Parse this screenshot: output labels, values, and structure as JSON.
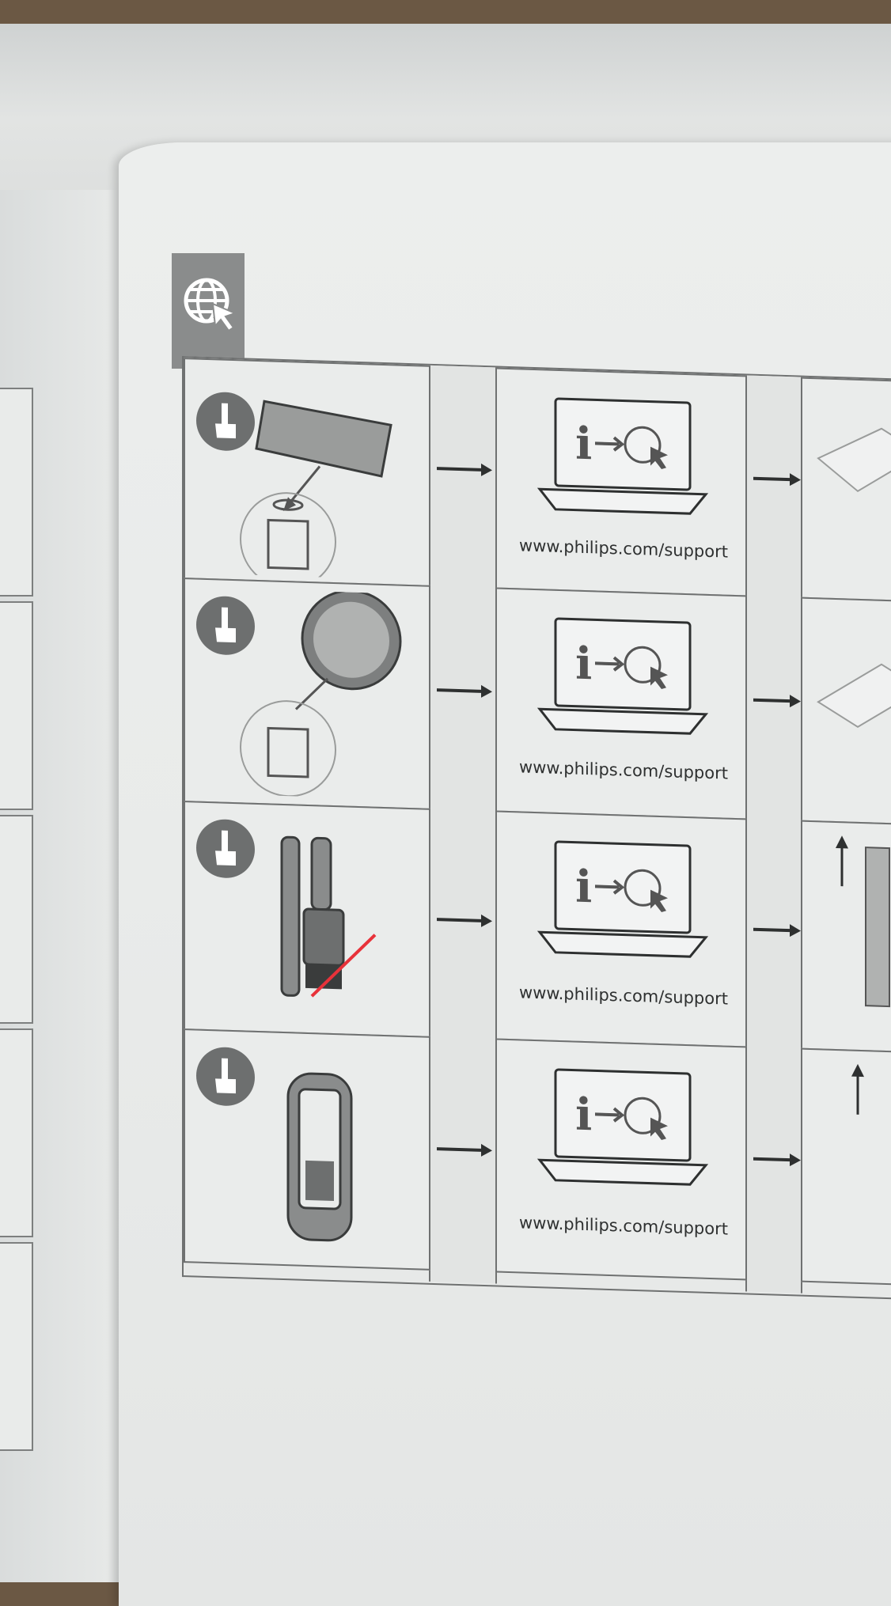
{
  "manual": {
    "support_url": "www.philips.com/support",
    "rows": [
      {
        "item": "filter-pad",
        "url": "www.philips.com/support"
      },
      {
        "item": "round-filter",
        "url": "www.philips.com/support"
      },
      {
        "item": "crevice-and-brush-tools",
        "url": "www.philips.com/support"
      },
      {
        "item": "battery-pack",
        "url": "www.philips.com/support"
      }
    ]
  },
  "colors": {
    "ink": "#2e3030",
    "page": "#eaeceb",
    "accent_mark": "#e8323a"
  }
}
